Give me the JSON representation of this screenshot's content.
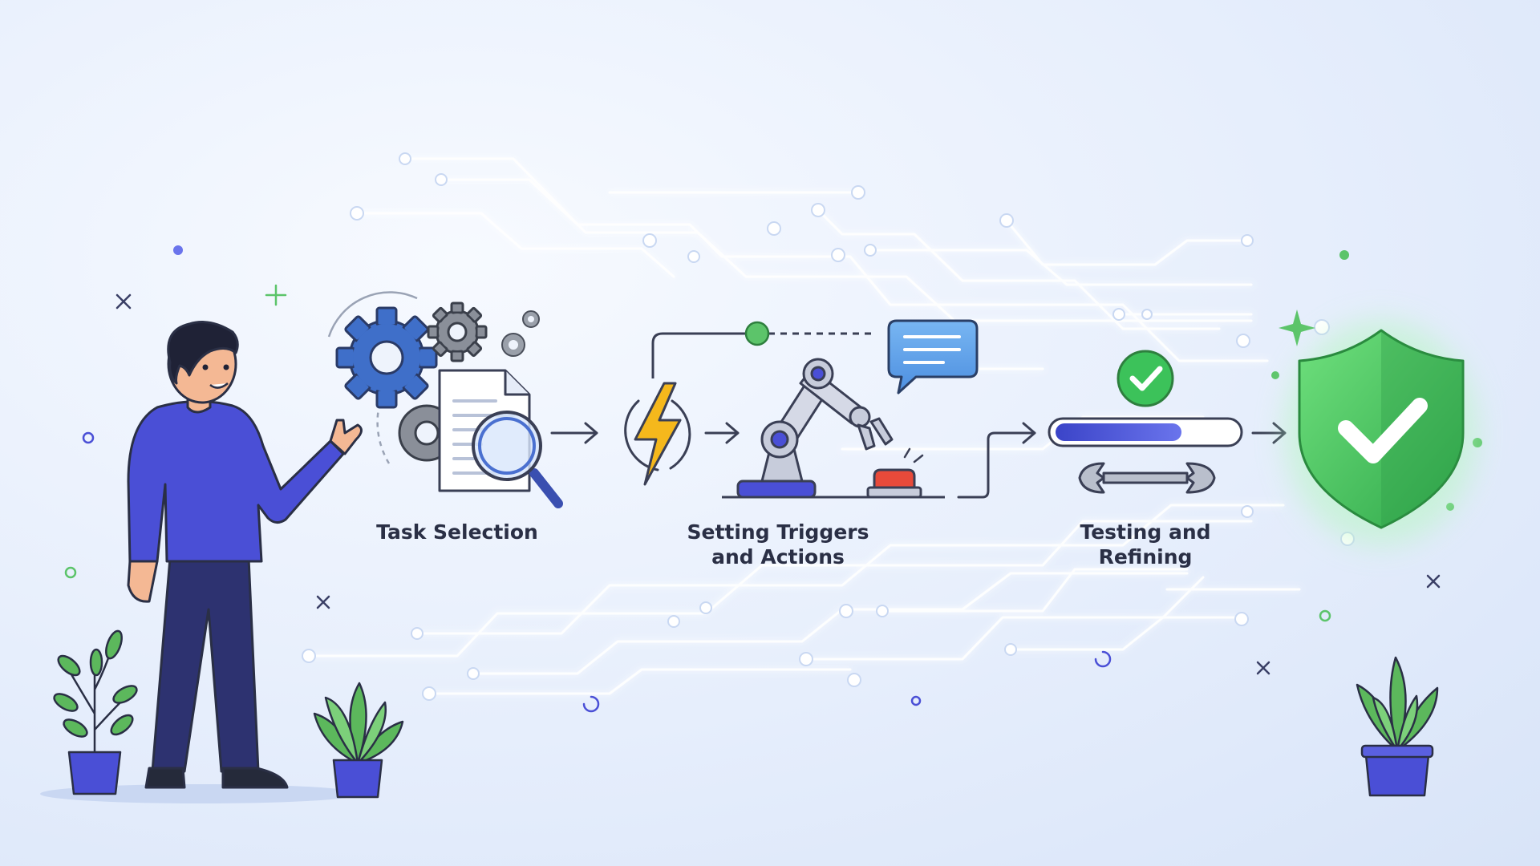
{
  "stages": [
    {
      "name": "task-selection",
      "label_lines": [
        "Task Selection",
        ""
      ]
    },
    {
      "name": "setting-triggers",
      "label_lines": [
        "Setting Triggers",
        "and Actions"
      ]
    },
    {
      "name": "testing-refining",
      "label_lines": [
        "Testing and",
        "Refining"
      ]
    }
  ],
  "progress": {
    "fill_fraction": 0.7
  },
  "colors": {
    "primary_blue": "#4a4fd6",
    "gear_blue": "#3f6fc9",
    "gear_gray": "#8a8f99",
    "success_green": "#3cc25a",
    "bolt_yellow": "#f5b81c",
    "button_red": "#e84a3a",
    "chat_blue": "#5aa0e8",
    "circuit_glow": "#ffffff",
    "text_dark": "#2a2f45"
  },
  "icons": [
    "gears-icon",
    "document-icon",
    "magnifier-icon",
    "lightning-icon",
    "robot-arm-icon",
    "chat-bubble-icon",
    "red-button-icon",
    "check-badge-icon",
    "progress-bar",
    "wrench-icon",
    "shield-check-icon",
    "plant-icon",
    "person"
  ]
}
